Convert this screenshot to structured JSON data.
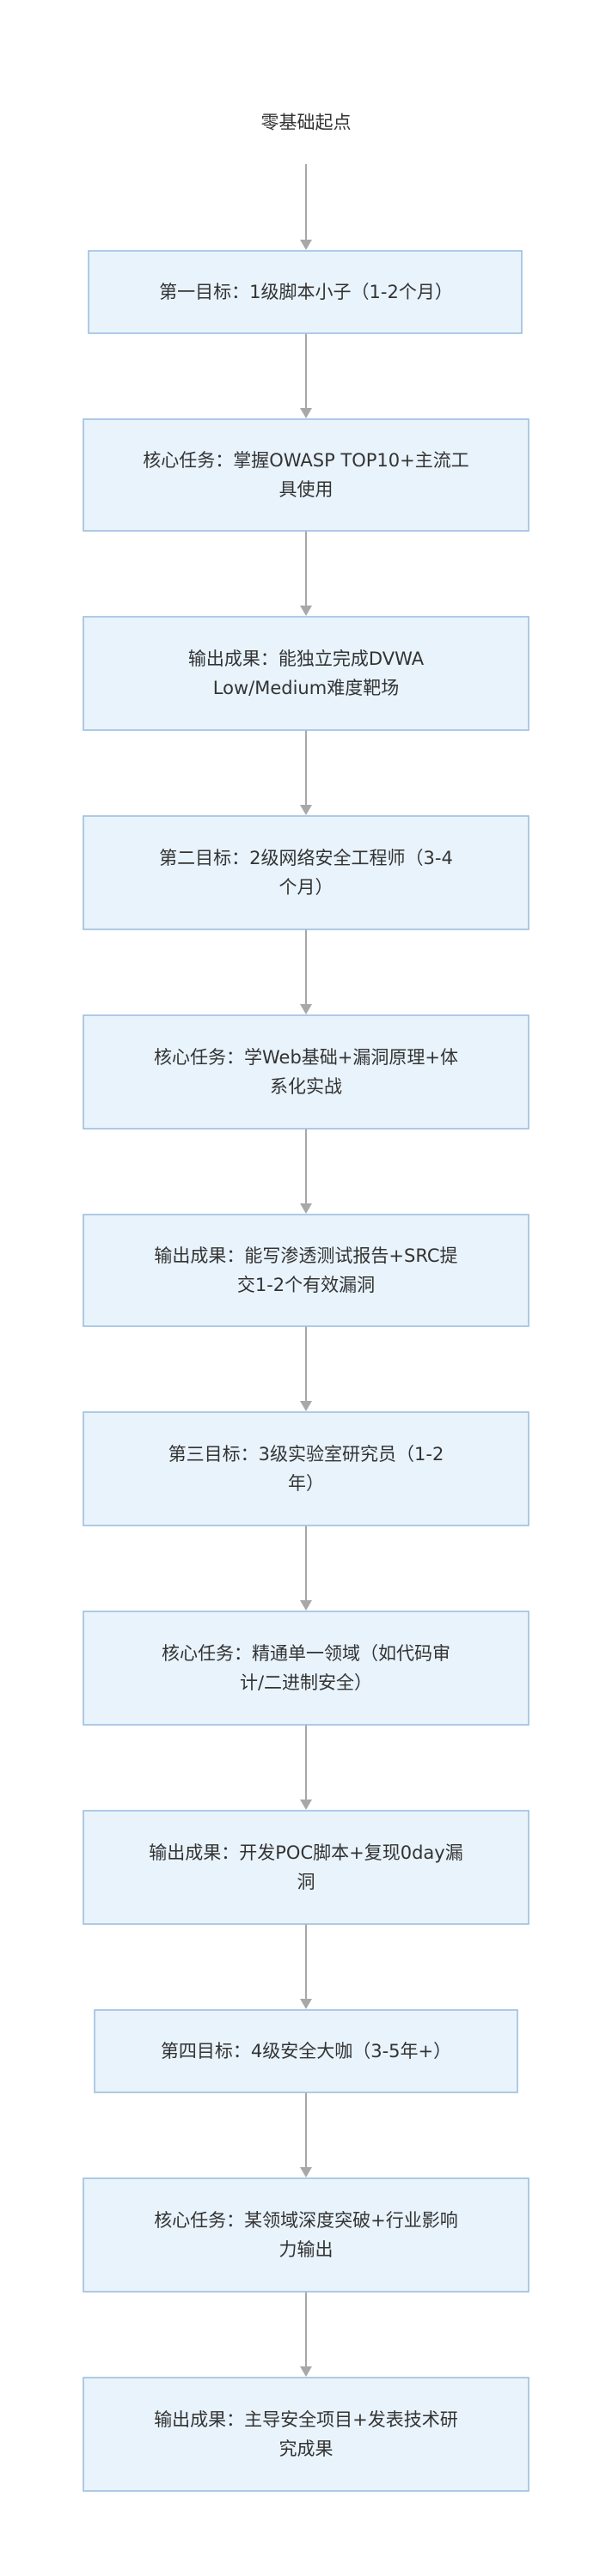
{
  "diagram": {
    "nodes": [
      {
        "id": "start",
        "lines": [
          "零基础起点"
        ]
      },
      {
        "id": "goal1",
        "lines": [
          "第一目标：1级脚本小子（1-2个月）"
        ]
      },
      {
        "id": "task1",
        "lines": [
          "核心任务：掌握OWASP TOP10+主流工",
          "具使用"
        ]
      },
      {
        "id": "out1",
        "lines": [
          "输出成果：能独立完成DVWA",
          "Low/Medium难度靶场"
        ]
      },
      {
        "id": "goal2",
        "lines": [
          "第二目标：2级网络安全工程师（3-4",
          "个月）"
        ]
      },
      {
        "id": "task2",
        "lines": [
          "核心任务：学Web基础+漏洞原理+体",
          "系化实战"
        ]
      },
      {
        "id": "out2",
        "lines": [
          "输出成果：能写渗透测试报告+SRC提",
          "交1-2个有效漏洞"
        ]
      },
      {
        "id": "goal3",
        "lines": [
          "第三目标：3级实验室研究员（1-2",
          "年）"
        ]
      },
      {
        "id": "task3",
        "lines": [
          "核心任务：精通单一领域（如代码审",
          "计/二进制安全）"
        ]
      },
      {
        "id": "out3",
        "lines": [
          "输出成果：开发POC脚本+复现0day漏",
          "洞"
        ]
      },
      {
        "id": "goal4",
        "lines": [
          "第四目标：4级安全大咖（3-5年+）"
        ]
      },
      {
        "id": "task4",
        "lines": [
          "核心任务：某领域深度突破+行业影响",
          "力输出"
        ]
      },
      {
        "id": "out4",
        "lines": [
          "输出成果：主导安全项目+发表技术研",
          "究成果"
        ]
      }
    ],
    "edges": [
      [
        "start",
        "goal1"
      ],
      [
        "goal1",
        "task1"
      ],
      [
        "task1",
        "out1"
      ],
      [
        "out1",
        "goal2"
      ],
      [
        "goal2",
        "task2"
      ],
      [
        "task2",
        "out2"
      ],
      [
        "out2",
        "goal3"
      ],
      [
        "goal3",
        "task3"
      ],
      [
        "task3",
        "out3"
      ],
      [
        "out3",
        "goal4"
      ],
      [
        "goal4",
        "task4"
      ],
      [
        "task4",
        "out4"
      ]
    ]
  }
}
